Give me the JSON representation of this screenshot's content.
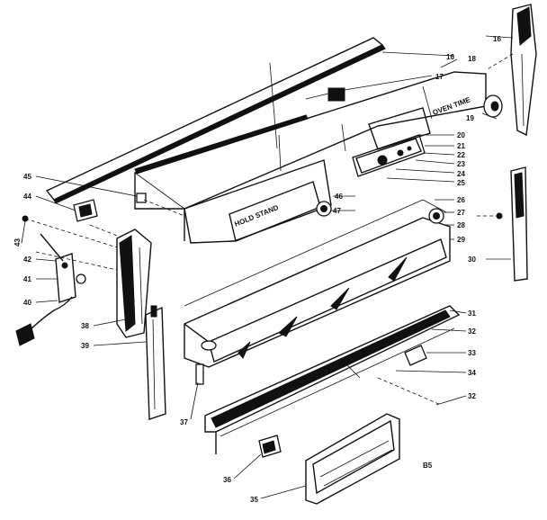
{
  "diagram": {
    "figure_code": "B5",
    "callouts": [
      {
        "id": "c16",
        "text": "16"
      },
      {
        "id": "c16b",
        "text": "16"
      },
      {
        "id": "c17",
        "text": "17"
      },
      {
        "id": "c18",
        "text": "18"
      },
      {
        "id": "c19",
        "text": "19"
      },
      {
        "id": "c20",
        "text": "20"
      },
      {
        "id": "c21",
        "text": "21"
      },
      {
        "id": "c22",
        "text": "22"
      },
      {
        "id": "c23",
        "text": "23"
      },
      {
        "id": "c24",
        "text": "24"
      },
      {
        "id": "c25",
        "text": "25"
      },
      {
        "id": "c26",
        "text": "26"
      },
      {
        "id": "c27",
        "text": "27"
      },
      {
        "id": "c28",
        "text": "28"
      },
      {
        "id": "c29",
        "text": "29"
      },
      {
        "id": "c30",
        "text": "30"
      },
      {
        "id": "c31",
        "text": "31"
      },
      {
        "id": "c32a",
        "text": "32"
      },
      {
        "id": "c33",
        "text": "33"
      },
      {
        "id": "c34",
        "text": "34"
      },
      {
        "id": "c32b",
        "text": "32"
      },
      {
        "id": "c35",
        "text": "35"
      },
      {
        "id": "c36",
        "text": "36"
      },
      {
        "id": "c37",
        "text": "37"
      },
      {
        "id": "c38",
        "text": "38"
      },
      {
        "id": "c39",
        "text": "39"
      },
      {
        "id": "c40",
        "text": "40"
      },
      {
        "id": "c41",
        "text": "41"
      },
      {
        "id": "c42",
        "text": "42"
      },
      {
        "id": "c43",
        "text": "43"
      },
      {
        "id": "c44",
        "text": "44"
      },
      {
        "id": "c45",
        "text": "45"
      },
      {
        "id": "c46",
        "text": "46"
      },
      {
        "id": "c47",
        "text": "47"
      }
    ]
  }
}
